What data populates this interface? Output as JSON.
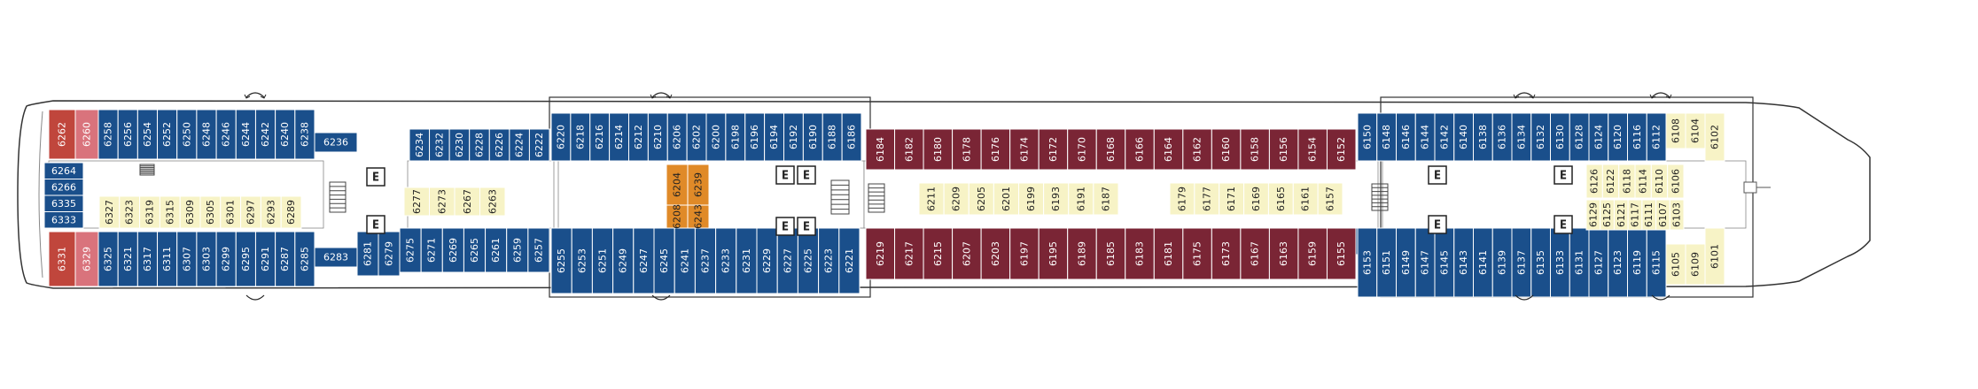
{
  "deck": {
    "colors": {
      "blue": "#1a4f8b",
      "maroon": "#7a2535",
      "cream": "#f7f3c6",
      "orange": "#e08a28",
      "red": "#c0463c",
      "pink": "#d9737c",
      "outline": "#333333"
    },
    "icons": [
      "elevator-icon",
      "stair-icon",
      "lifeboat-arrow-icon",
      "accessible-cabin-icon"
    ],
    "elevator_label": "E",
    "cabins": {
      "s1_top": [
        "6258",
        "6256",
        "6254",
        "6252",
        "6250",
        "6248",
        "6246",
        "6244",
        "6242",
        "6240",
        "6238"
      ],
      "s1_top_special": [
        "6262",
        "6260"
      ],
      "s1_bot": [
        "6325",
        "6321",
        "6317",
        "6311",
        "6307",
        "6303",
        "6299",
        "6295",
        "6291",
        "6287",
        "6285"
      ],
      "s1_bot_special": [
        "6331",
        "6329"
      ],
      "s1_fwd": [
        "6264",
        "6266",
        "6335",
        "6333"
      ],
      "s1_inner": [
        "6327",
        "6323",
        "6319",
        "6315",
        "6309",
        "6305",
        "6301",
        "6297",
        "6293",
        "6289"
      ],
      "s1_misc": [
        "6236",
        "6283",
        "6281",
        "6279"
      ],
      "s2_top": [
        "6234",
        "6232",
        "6230",
        "6228",
        "6226",
        "6224",
        "6222"
      ],
      "s2_bot": [
        "6275",
        "6271",
        "6269",
        "6265",
        "6261",
        "6259",
        "6257"
      ],
      "s2_inner": [
        "6277",
        "6273",
        "6267",
        "6263"
      ],
      "s3_top": [
        "6220",
        "6218",
        "6216",
        "6214",
        "6212",
        "6210",
        "6206",
        "6202",
        "6200",
        "6198",
        "6196",
        "6194",
        "6192",
        "6190",
        "6188",
        "6186"
      ],
      "s3_bot": [
        "6255",
        "6253",
        "6251",
        "6249",
        "6247",
        "6245",
        "6241",
        "6237",
        "6233",
        "6231",
        "6229",
        "6227",
        "6225",
        "6223",
        "6221"
      ],
      "s3_suites": [
        "6204",
        "6208",
        "6239",
        "6243"
      ],
      "s4_top": [
        "6184",
        "6182",
        "6180",
        "6178",
        "6176",
        "6174",
        "6172",
        "6170",
        "6168",
        "6166",
        "6164",
        "6162",
        "6160",
        "6158",
        "6156",
        "6154",
        "6152"
      ],
      "s4_bot": [
        "6219",
        "6217",
        "6215",
        "6207",
        "6203",
        "6197",
        "6195",
        "6189",
        "6185",
        "6183",
        "6181",
        "6175",
        "6173",
        "6167",
        "6163",
        "6159",
        "6155"
      ],
      "s4_inner_a": [
        "6211",
        "6209",
        "6205",
        "6201",
        "6199",
        "6193",
        "6191",
        "6187"
      ],
      "s4_inner_b": [
        "6179",
        "6177",
        "6171",
        "6169",
        "6165",
        "6161",
        "6157"
      ],
      "s5_top": [
        "6150",
        "6148",
        "6146",
        "6144",
        "6142",
        "6140",
        "6138",
        "6136",
        "6134",
        "6132",
        "6130",
        "6128",
        "6124",
        "6120",
        "6116",
        "6112"
      ],
      "s5_bot": [
        "6153",
        "6151",
        "6149",
        "6147",
        "6145",
        "6143",
        "6141",
        "6139",
        "6137",
        "6135",
        "6133",
        "6131",
        "6127",
        "6123",
        "6119",
        "6115"
      ],
      "s5_inner": [
        "6126",
        "6122",
        "6118",
        "6114",
        "6110",
        "6106",
        "6129",
        "6125",
        "6121",
        "6117",
        "6111",
        "6107",
        "6103"
      ],
      "s5_bow": [
        "6108",
        "6104",
        "6102",
        "6105",
        "6109",
        "6101"
      ]
    }
  }
}
